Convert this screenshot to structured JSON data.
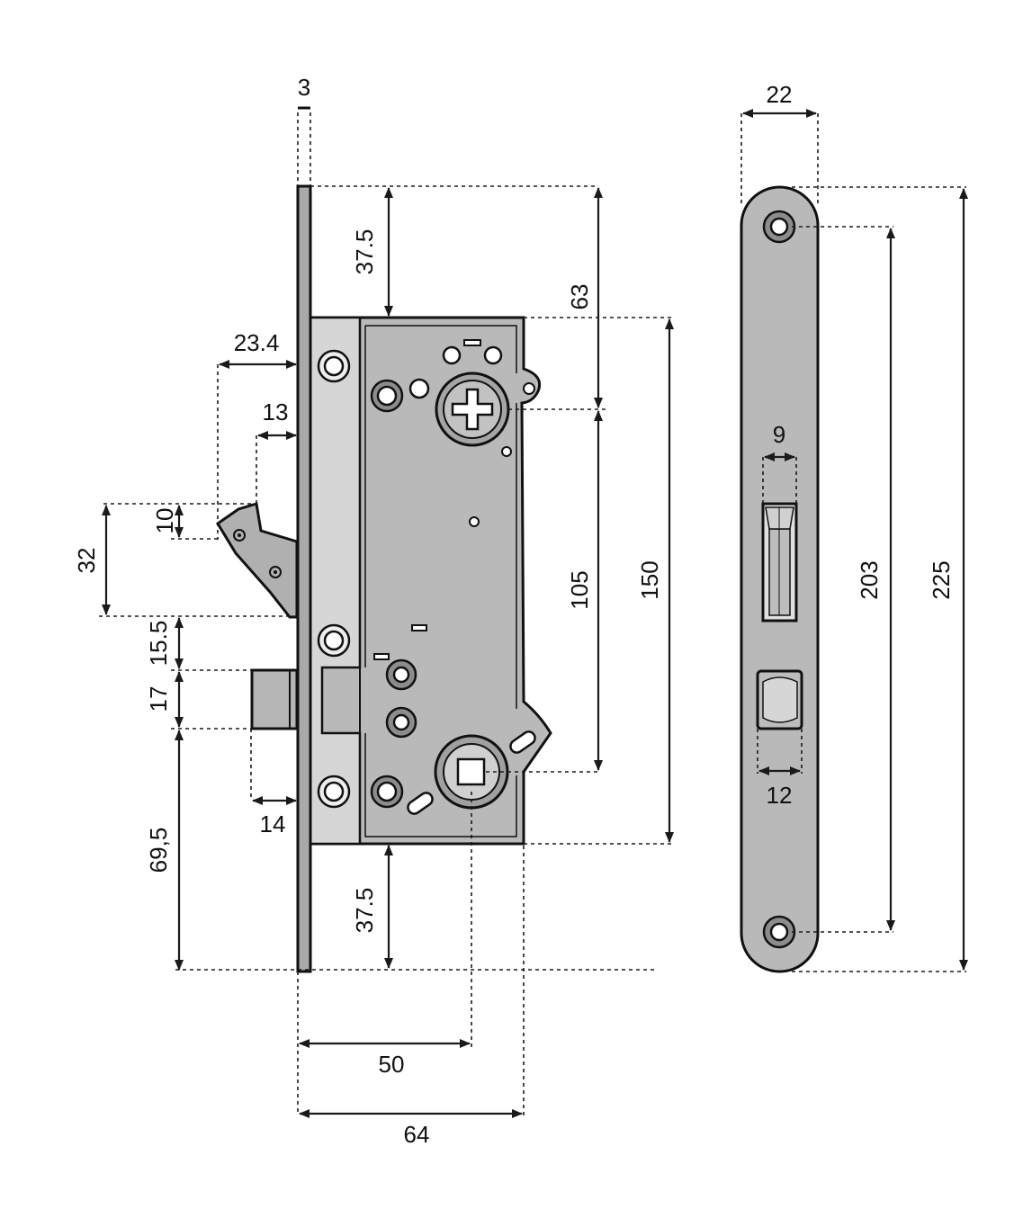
{
  "colors": {
    "line": "#111111",
    "body_fill": "#b9b9b9",
    "plate_fill": "#d9d9d9",
    "faceplate_fill": "#a9a9a9",
    "hole_fill": "#8c8c8c"
  },
  "dimensions": {
    "plate_thickness": "3",
    "hook_reach": "23.4",
    "hook_depth": "13",
    "hook_tip": "10",
    "hook_height": "32",
    "gap_below_hook": "15.5",
    "latch_height": "17",
    "latch_to_bottom": "69,5",
    "latch_depth": "14",
    "top_offset": "37.5",
    "bottom_offset": "37.5",
    "top_to_cylinder": "63",
    "cylinder_to_handle": "105",
    "case_height": "150",
    "backset": "50",
    "case_depth": "64",
    "faceplate_width": "22",
    "bolt_window_width": "9",
    "latch_window_width": "12",
    "screw_spacing": "203",
    "faceplate_height": "225"
  }
}
